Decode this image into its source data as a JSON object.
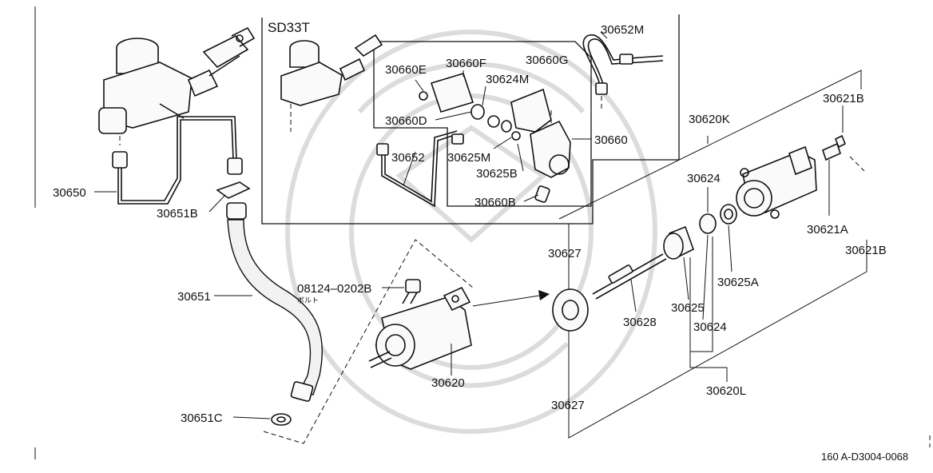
{
  "diagram": {
    "inset_title": "SD33T",
    "footer_code": "160 A-D3004-0068",
    "labels": {
      "p30650": "30650",
      "p30651B": "30651B",
      "p30651": "30651",
      "p30651C": "30651C",
      "p08124": "08124–0202B",
      "p08124_sub": "ボルト",
      "p30620": "30620",
      "p30660E": "30660E",
      "p30660F": "30660F",
      "p30660G": "30660G",
      "p30624M": "30624M",
      "p30660D": "30660D",
      "p30652": "30652",
      "p30625M": "30625M",
      "p30625B": "30625B",
      "p30660B": "30660B",
      "p30660": "30660",
      "p30652M": "30652M",
      "p30620K": "30620K",
      "p30621B_top": "30621B",
      "p30621A": "30621A",
      "p30621B_right": "30621B",
      "p30624_top": "30624",
      "p30625A": "30625A",
      "p30627_top": "30627",
      "p30628": "30628",
      "p30625": "30625",
      "p30624_bottom": "30624",
      "p30620L": "30620L",
      "p30627_bottom": "30627"
    }
  }
}
